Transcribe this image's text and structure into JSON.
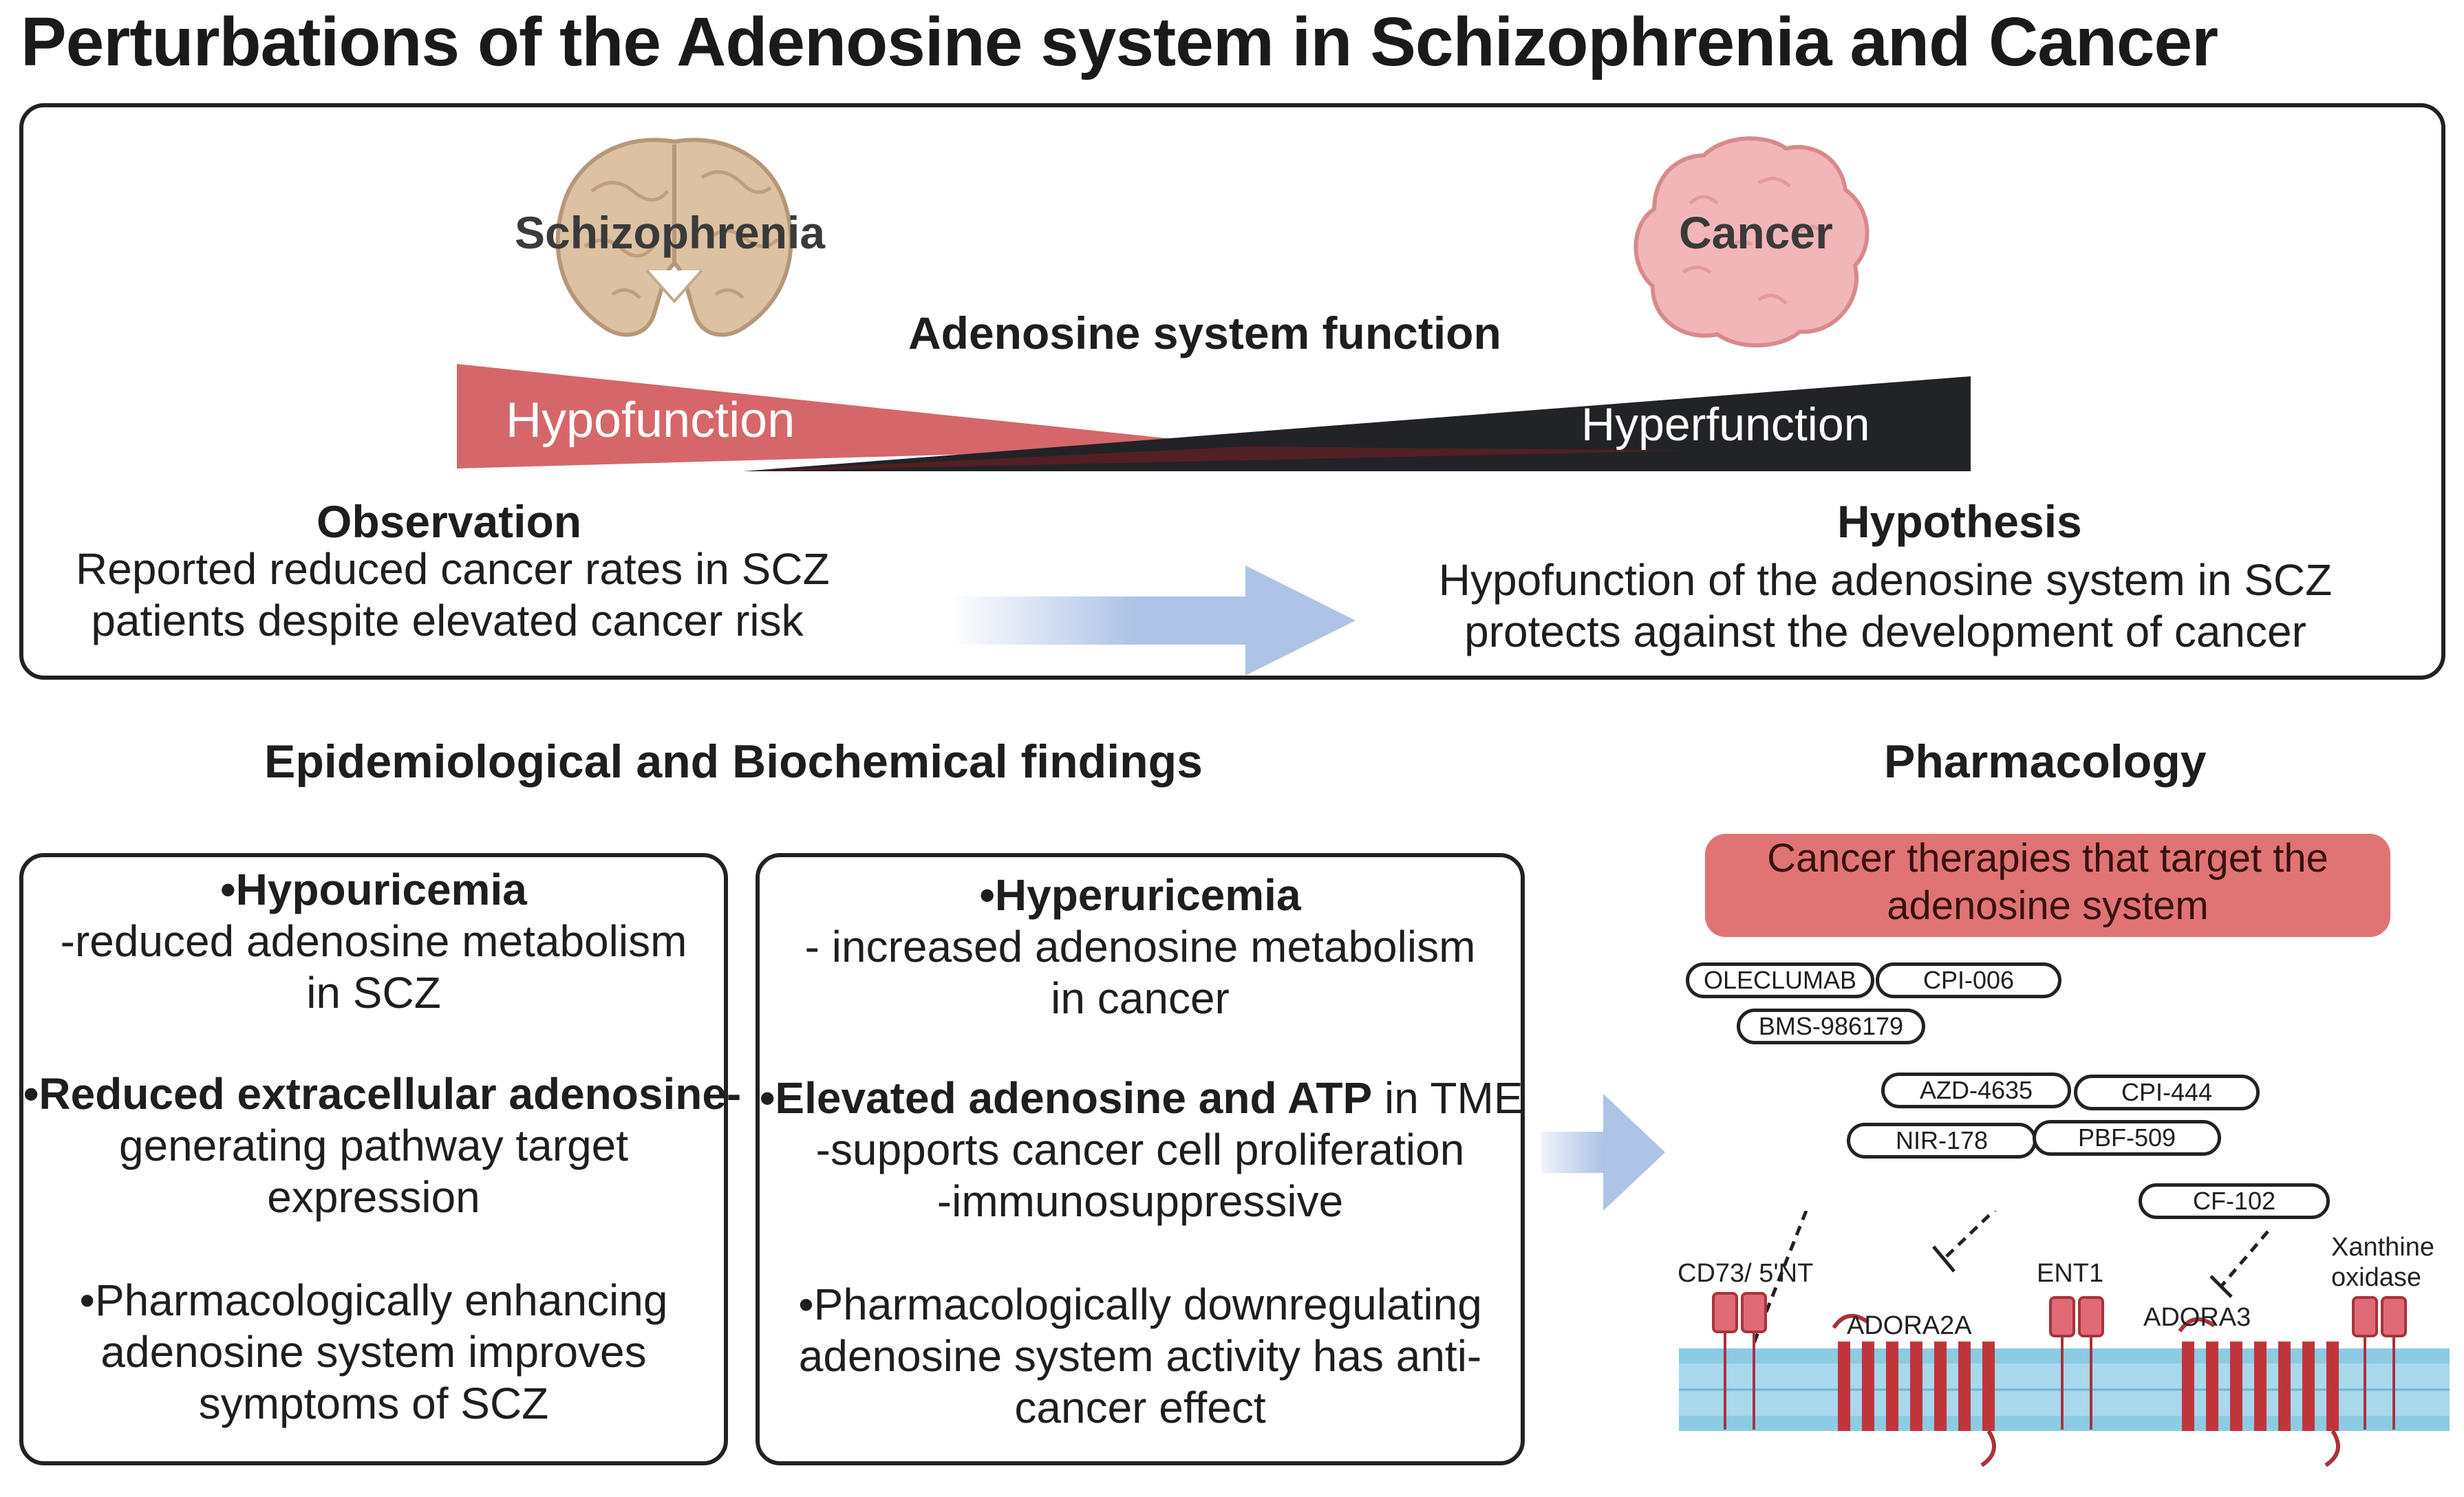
{
  "title": "Perturbations of the Adenosine system in Schizophrenia and Cancer",
  "top": {
    "schizophrenia_label": "Schizophrenia",
    "cancer_label": "Cancer",
    "function_label": "Adenosine system function",
    "hypofunction_label": "Hypofunction",
    "hyperfunction_label": "Hyperfunction",
    "observation": {
      "heading": "Observation",
      "line1": "Reported reduced cancer rates in SCZ",
      "line2": "patients despite elevated cancer risk"
    },
    "hypothesis": {
      "heading": "Hypothesis",
      "line1": "Hypofunction of the adenosine system in SCZ",
      "line2": "protects against the development of cancer"
    }
  },
  "epi": {
    "heading": "Epidemiological and Biochemical findings",
    "scz_box": {
      "item1_title": "•Hypouricemia",
      "item1_line1": "-reduced adenosine metabolism",
      "item1_line2": "in SCZ",
      "item2_title": "•Reduced extracellular adenosine-",
      "item2_line1": "generating pathway target",
      "item2_line2": "expression",
      "item3_line1": "•Pharmacologically enhancing",
      "item3_line2": "adenosine system improves",
      "item3_line3": "symptoms of SCZ"
    },
    "cancer_box": {
      "item1_title": "•Hyperuricemia",
      "item1_line1": "- increased adenosine metabolism",
      "item1_line2": "in cancer",
      "item2_title_bold": "•Elevated adenosine and ATP",
      "item2_title_rest": " in TME",
      "item2_line1": "-supports cancer cell proliferation",
      "item2_line2": "-immunosuppressive",
      "item3_line1": "•Pharmacologically downregulating",
      "item3_line2": "adenosine system activity has anti-",
      "item3_line3": "cancer effect"
    }
  },
  "pharm": {
    "heading": "Pharmacology",
    "therapy_line1": "Cancer therapies that target the",
    "therapy_line2": "adenosine system",
    "drugs": {
      "oleclumab": "OLECLUMAB",
      "cpi006": "CPI-006",
      "bms": "BMS-986179",
      "azd": "AZD-4635",
      "cpi444": "CPI-444",
      "nir": "NIR-178",
      "pbf": "PBF-509",
      "cf102": "CF-102"
    },
    "targets": {
      "cd73": "CD73/ 5'NT",
      "adora2a": "ADORA2A",
      "ent1": "ENT1",
      "adora3": "ADORA3",
      "xo_line1": "Xanthine",
      "xo_line2": "oxidase"
    }
  },
  "colors": {
    "hypofunction_red": "#d5676a",
    "hyperfunction_black": "#222326",
    "arrow_blue": "#aec3e6",
    "therapy_box": "#e07474",
    "membrane_blue": "#a9d8ec",
    "receptor_red": "#c0353a"
  }
}
